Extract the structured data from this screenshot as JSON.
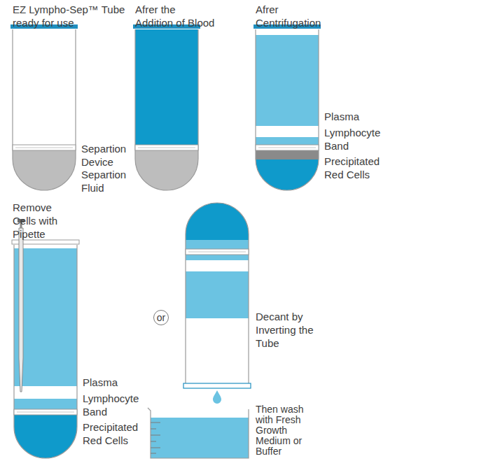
{
  "diagram": {
    "nodes": [
      {
        "text": [
          "or"
        ]
      }
    ],
    "labels": [
      "EZ Lympho-Sep™ Tube ready for use",
      "Afrer the Addition of Blood",
      "Afrer Centrifugation",
      "Separtion Device",
      "Separtion Fluid",
      "Plasma",
      "Lymphocyte Band",
      "Precipitated Red Cells",
      "Remove Cells with Pipette",
      "Plasma",
      "Lymphocyte Band",
      "Precipitated Red Cells",
      "Decant by Inverting the Tube",
      "Then wash with Fresh Growth Medium or Buffer"
    ]
  }
}
